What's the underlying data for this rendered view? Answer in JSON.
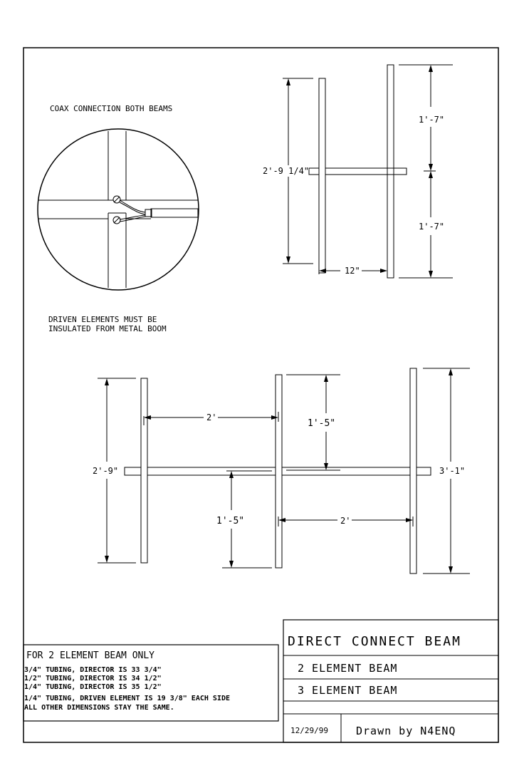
{
  "coax": {
    "heading": "COAX CONNECTION BOTH BEAMS",
    "note_line1": "DRIVEN ELEMENTS MUST BE",
    "note_line2": "INSULATED FROM METAL BOOM"
  },
  "two_element": {
    "element_length": "2'-9 1/4\"",
    "half_upper": "1'-7\"",
    "half_lower": "1'-7\"",
    "spacing": "12\""
  },
  "three_element": {
    "left_element": "2'-9\"",
    "spacing_top": "2'",
    "upper_half": "1'-5\"",
    "lower_half": "1'-5\"",
    "spacing_bottom": "2'",
    "right_element": "3'-1\""
  },
  "notes": {
    "heading": "FOR 2 ELEMENT BEAM ONLY",
    "lines": [
      "3/4\" TUBING, DIRECTOR IS 33 3/4\"",
      "1/2\" TUBING, DIRECTOR IS 34 1/2\"",
      "1/4\" TUBING, DIRECTOR IS 35 1/2\"",
      "1/4\" TUBING, DRIVEN ELEMENT IS 19 3/8\" EACH SIDE",
      "ALL OTHER DIMENSIONS STAY THE SAME."
    ]
  },
  "title_block": {
    "title": "DIRECT CONNECT BEAM",
    "line1": "2 ELEMENT BEAM",
    "line2": "3 ELEMENT BEAM",
    "date": "12/29/99",
    "drawn_by": "Drawn by N4ENQ"
  }
}
